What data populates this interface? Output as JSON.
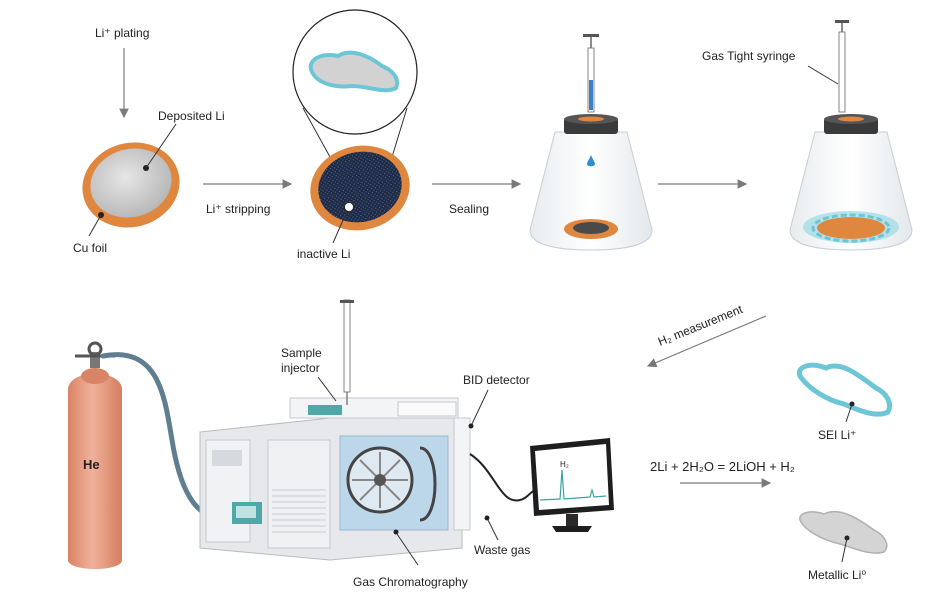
{
  "labels": {
    "li_plating": "Li⁺ plating",
    "deposited_li": "Deposited Li",
    "cu_foil": "Cu foil",
    "li_stripping": "Li⁺ stripping",
    "inactive_li": "inactive Li",
    "sealing": "Sealing",
    "gas_tight_syringe": "Gas Tight syringe",
    "h2_measurement": "H₂ measurement",
    "sample_injector_line1": "Sample",
    "sample_injector_line2": "injector",
    "bid_detector": "BID detector",
    "he_cylinder": "He",
    "h2_peak": "H₂",
    "reaction": "2Li + 2H₂O = 2LiOH + H₂",
    "sei_li": "SEI Li⁺",
    "metallic_li": "Metallic Li⁰",
    "waste_gas": "Waste gas",
    "gas_chromatography": "Gas Chromatography"
  },
  "colors": {
    "copper": "#e0873f",
    "lithium_grey": "#c8c8c8",
    "inactive_li_dark": "#1e2a44",
    "sei_cyan": "#6cc6d6",
    "cylinder": "#e89a7c",
    "gc_blue": "#bcd6ea",
    "hose": "#5f7f91",
    "arrow": "#7a7a7a"
  }
}
